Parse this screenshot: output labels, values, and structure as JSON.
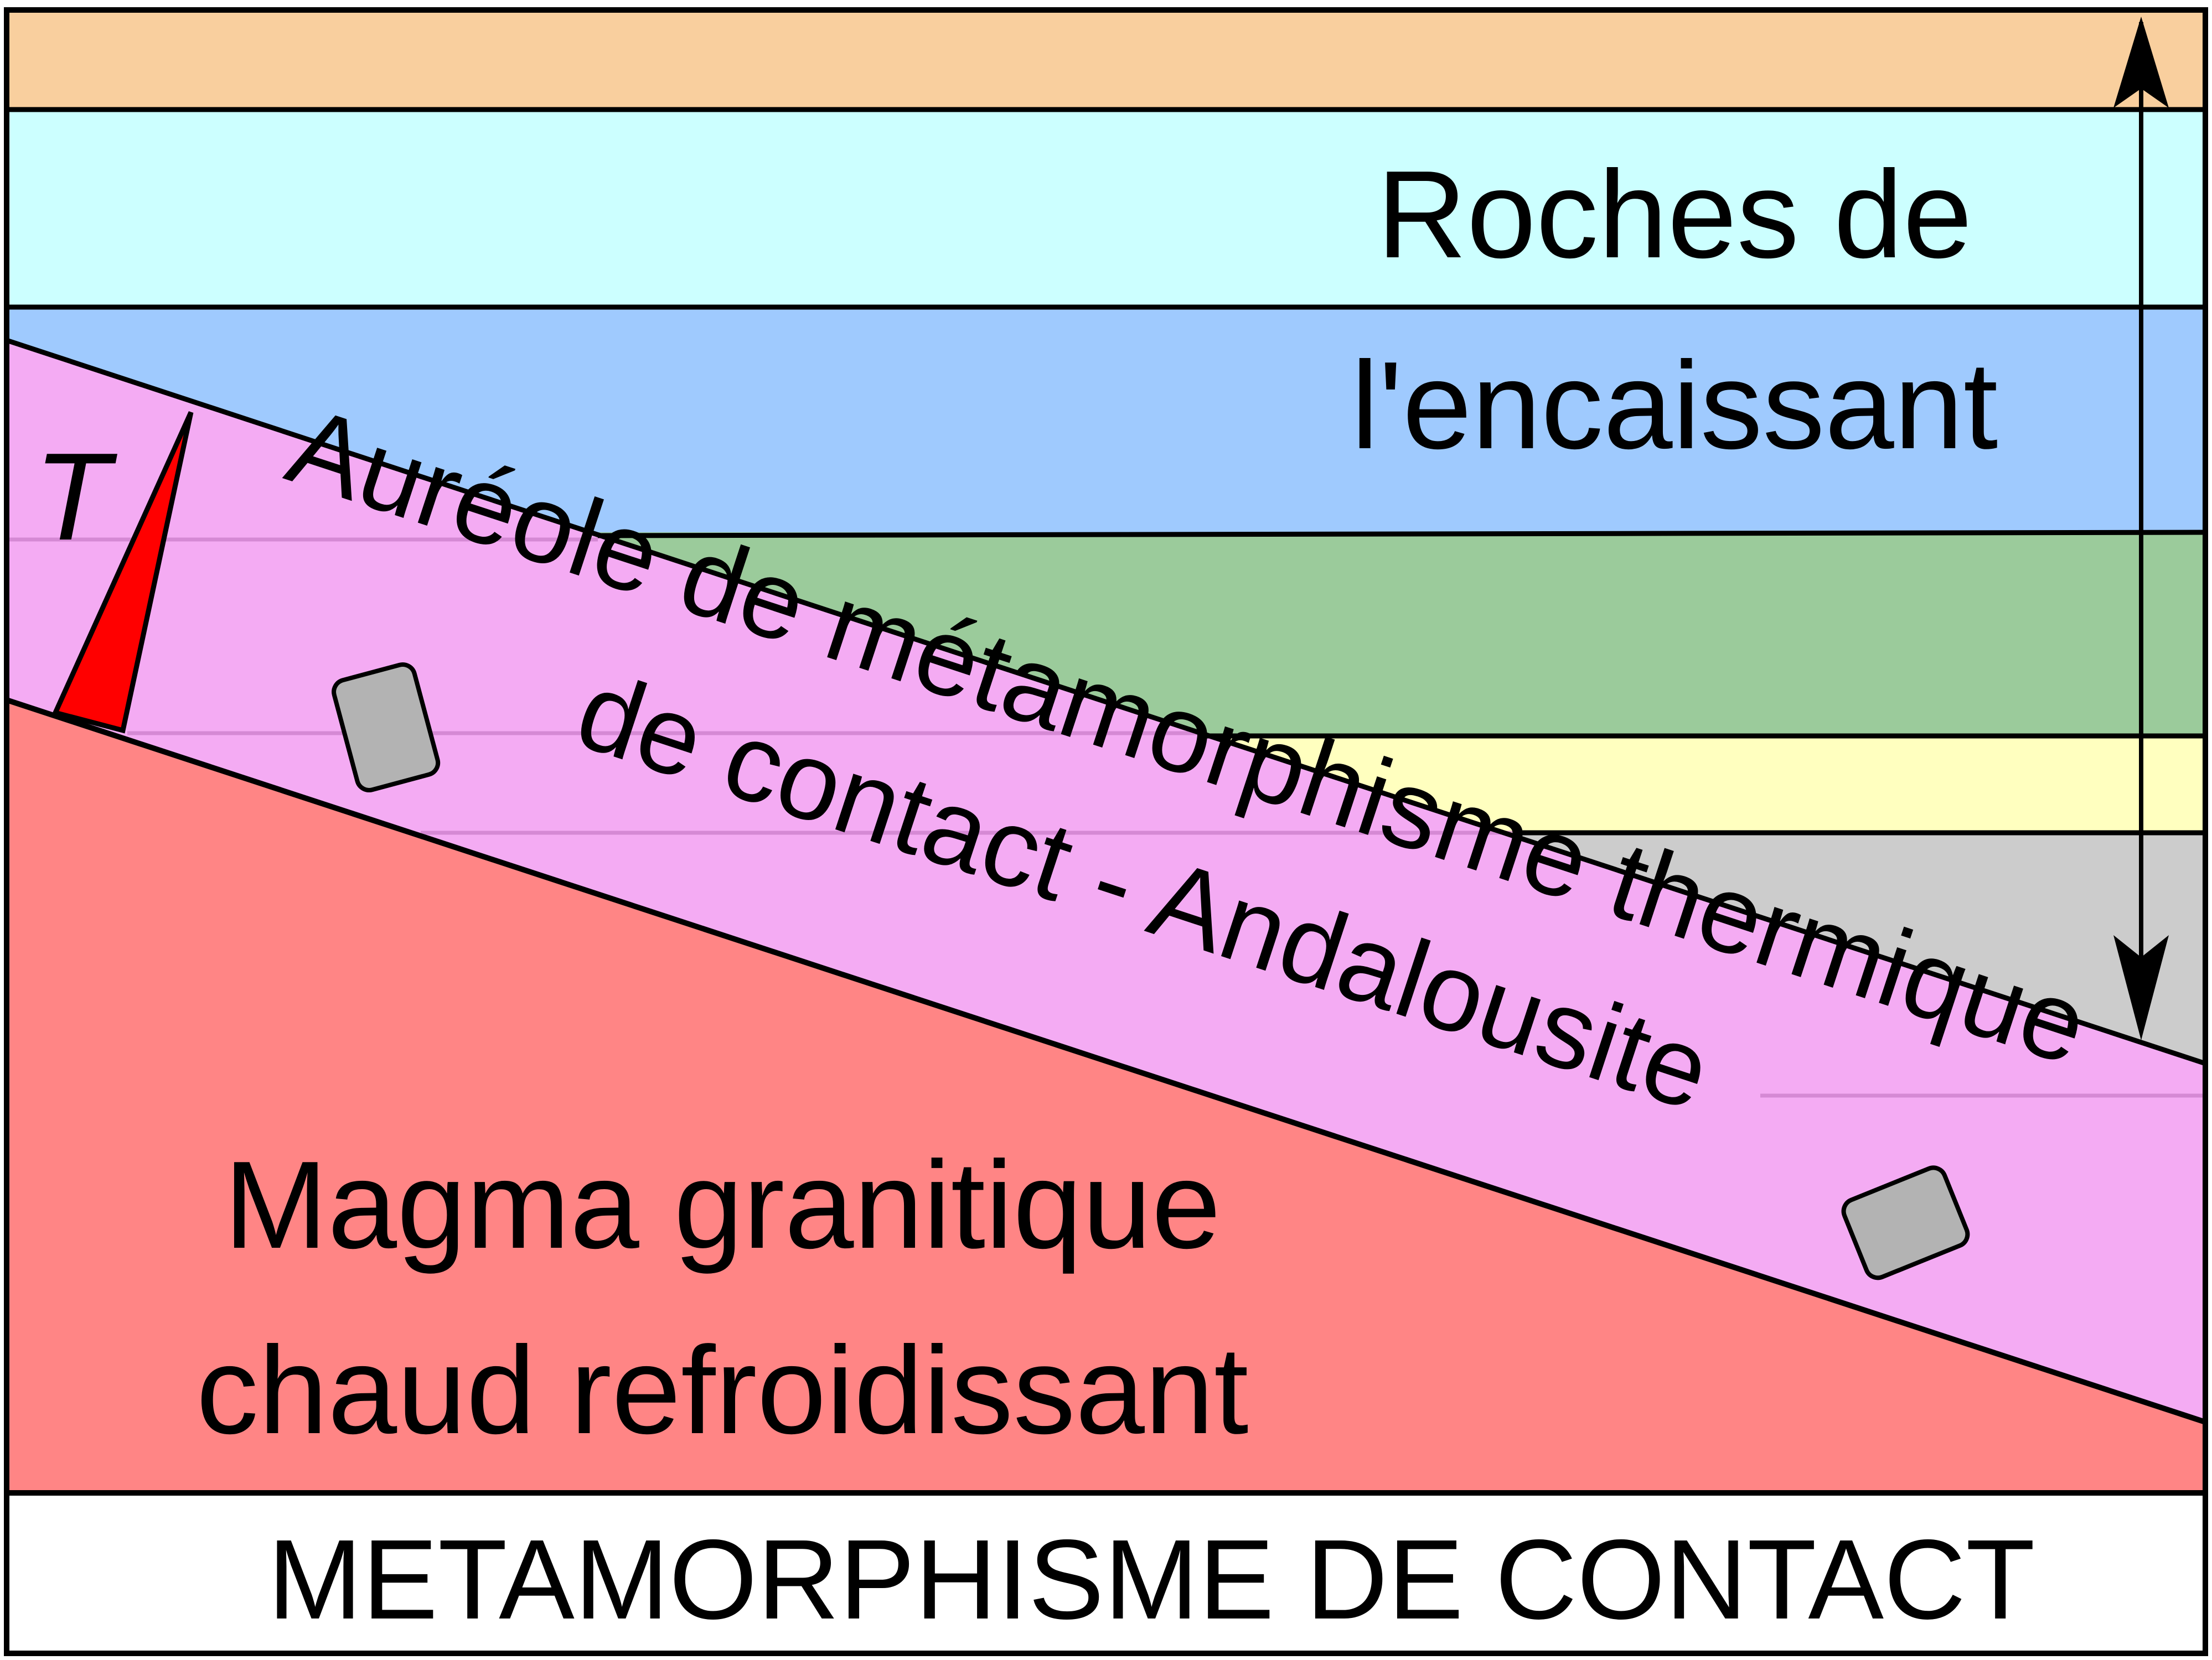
{
  "labels": {
    "host_rock_line1": "Roches de",
    "host_rock_line2": "l'encaissant",
    "aureole_line1": "Auréole de métamorphisme thermique",
    "aureole_line2": "de contact - Andalousite",
    "magma_line1": "Magma granitique",
    "magma_line2": "chaud refroidissant",
    "temperature_symbol": "T",
    "caption": "METAMORPHISME DE CONTACT"
  },
  "colors": {
    "layer_orange": "#F9CF9E",
    "layer_cyan": "#CCFFFF",
    "layer_blue": "#9FCAFE",
    "layer_green": "#9BCB9B",
    "layer_yellow": "#FFFFBF",
    "layer_grey": "#CCCCCC",
    "aureole_pink": "#F4ABF3",
    "magma_red": "#FF8585",
    "temperature_wedge": "#FF0000",
    "andalousite_crystal": "#B3B3B3",
    "outline": "#000000"
  }
}
